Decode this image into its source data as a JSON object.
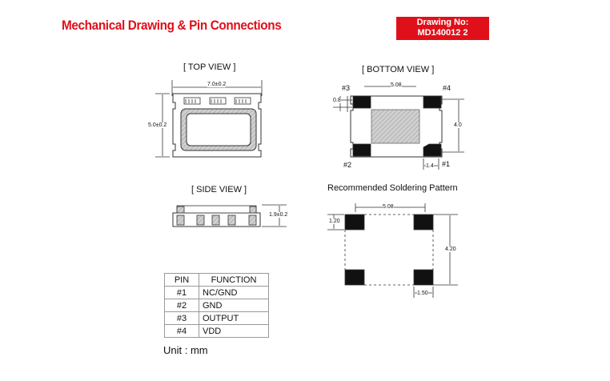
{
  "header": {
    "title": "Mechanical Drawing & Pin Connections",
    "drawing_no_label": "Drawing No:",
    "drawing_no_value": "MD140012 2"
  },
  "top_view": {
    "label": "[ TOP  VIEW ]",
    "width_dim": "7.0±0.2",
    "height_dim": "5.0±0.2"
  },
  "bottom_view": {
    "label": "[ BOTTOM  VIEW ]",
    "pin3": "#3",
    "pin4": "#4",
    "pin2": "#2",
    "pin1": "#1",
    "dim_width": "5.08",
    "dim_pad": "0.8",
    "dim_height": "4.0",
    "dim_pad_w": "1.4"
  },
  "side_view": {
    "label": "[ SIDE  VIEW ]",
    "height_dim": "1.9±0.2"
  },
  "soldering": {
    "label": "Recommended Soldering Pattern",
    "dim_width": "5.08",
    "dim_pad_h": "1.20",
    "dim_height": "4.20",
    "dim_pad_w": "1.50"
  },
  "pin_table": {
    "headers": [
      "PIN",
      "FUNCTION"
    ],
    "rows": [
      {
        "pin": "#1",
        "function": "NC/GND"
      },
      {
        "pin": "#2",
        "function": "GND"
      },
      {
        "pin": "#3",
        "function": "OUTPUT"
      },
      {
        "pin": "#4",
        "function": "VDD"
      }
    ]
  },
  "unit": "Unit : mm"
}
